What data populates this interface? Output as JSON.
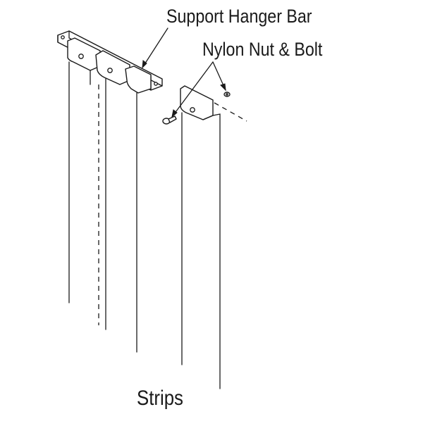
{
  "labels": {
    "support_hanger_bar": "Support Hanger Bar",
    "nylon_nut_bolt": "Nylon Nut & Bolt",
    "strips": "Strips"
  },
  "colors": {
    "ink": "#1a1a1a",
    "background": "#ffffff"
  }
}
